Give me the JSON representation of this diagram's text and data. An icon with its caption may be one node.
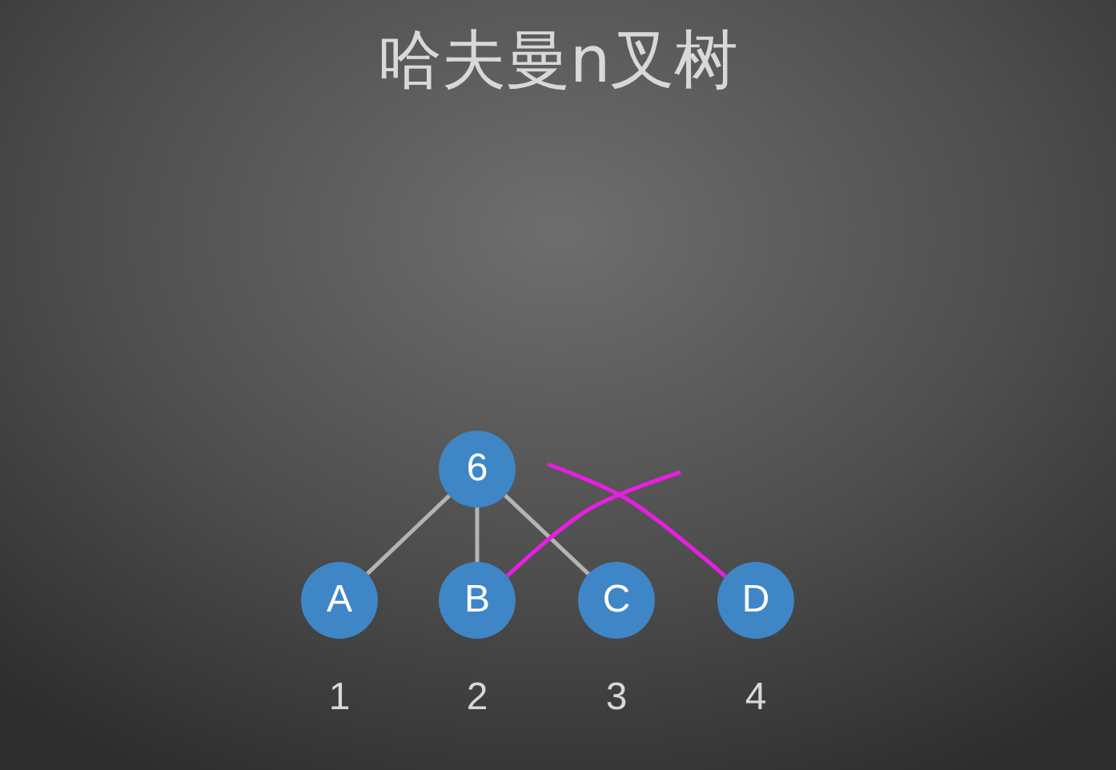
{
  "diagram": {
    "title": "哈夫曼n叉树",
    "nodes": [
      {
        "text": [
          "6"
        ]
      },
      {
        "text": [
          "A"
        ]
      },
      {
        "text": [
          "B"
        ]
      },
      {
        "text": [
          "C"
        ]
      },
      {
        "text": [
          "D"
        ]
      }
    ],
    "edges": [
      {
        "from": 0,
        "to": 1,
        "arrow": "none"
      },
      {
        "from": 0,
        "to": 2,
        "arrow": "none"
      },
      {
        "from": 0,
        "to": 3,
        "arrow": "none"
      },
      {
        "from": 2,
        "to": null,
        "arrow": "none",
        "color": "#e81ee0"
      },
      {
        "from": 4,
        "to": null,
        "arrow": "none",
        "color": "#e81ee0"
      }
    ],
    "labels": [
      "1",
      "2",
      "3",
      "4"
    ]
  }
}
